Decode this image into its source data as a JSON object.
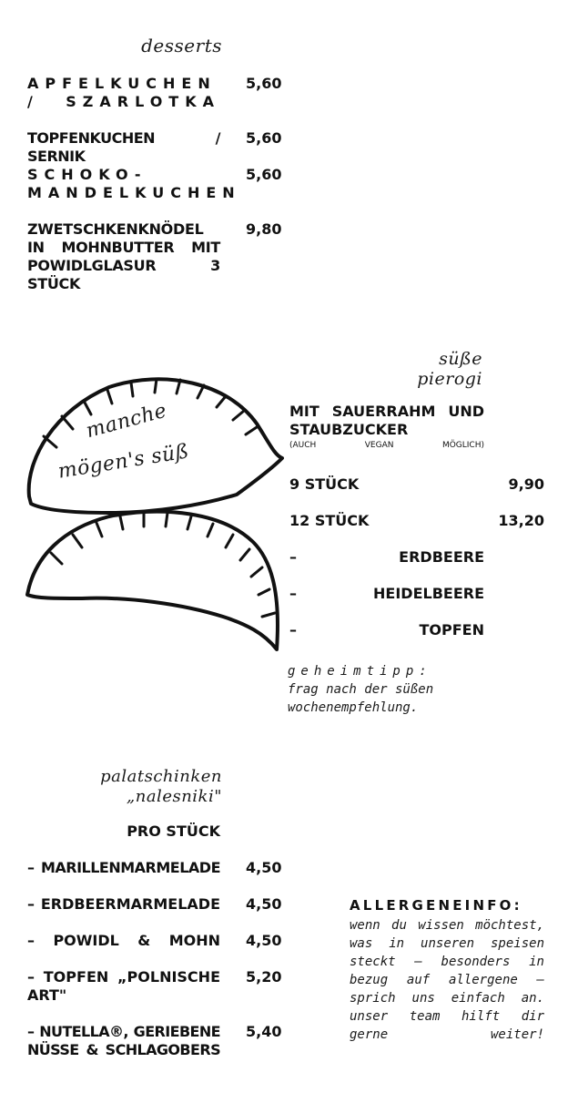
{
  "desserts": {
    "heading": "desserts",
    "items": [
      {
        "name": "APFELKUCHEN / SZARLOTKA",
        "price": "5,60"
      },
      {
        "name": "TOPFENKUCHEN / SERNIK",
        "price": "5,60"
      },
      {
        "name": "SCHOKO- MANDELKUCHEN",
        "price": "5,60"
      },
      {
        "name": "ZWETSCHKENKNÖDEL IN MOHNBUTTER MIT POWIDLGLASUR 3 STÜCK",
        "price": "9,80"
      }
    ]
  },
  "illustration": {
    "caption_line1": "manche",
    "caption_line2": "mögen's süß"
  },
  "suesse_pierogi": {
    "heading_line1": "süße",
    "heading_line2": "pierogi",
    "description": "MIT SAUERRAHM UND STAUBZUCKER",
    "note": "(AUCH VEGAN MÖGLICH)",
    "sizes": [
      {
        "label": "9 STÜCK",
        "price": "9,90"
      },
      {
        "label": "12 STÜCK",
        "price": "13,20"
      }
    ],
    "fillings": [
      {
        "dash": "–",
        "name": "ERDBEERE"
      },
      {
        "dash": "–",
        "name": "HEIDELBEERE"
      },
      {
        "dash": "–",
        "name": "TOPFEN"
      }
    ],
    "tip_label": "geheimtipp:",
    "tip_line1": "frag nach der süßen",
    "tip_line2": "wochenempfehlung."
  },
  "palatschinken": {
    "heading_line1": "palatschinken",
    "heading_line2": "„nalesniki\"",
    "per_piece": "PRO STÜCK",
    "items": [
      {
        "name": "– MARILLENMARMELADE",
        "price": "4,50"
      },
      {
        "name": "– ERDBEERMARMELADE",
        "price": "4,50"
      },
      {
        "name": "– POWIDL & MOHN",
        "price": "4,50"
      },
      {
        "name": "– TOPFEN „POLNISCHE ART\"",
        "price": "5,20"
      },
      {
        "name": "– NUTELLA®, GERIEBENE NÜSSE & SCHLAGOBERS",
        "price": "5,40"
      }
    ]
  },
  "allergen": {
    "title": "ALLERGENEINFO:",
    "text": "wenn du wissen möchtest, was in unseren speisen steckt – besonders in bezug auf allergene – sprich uns einfach an. unser team hilft dir gerne weiter!"
  }
}
